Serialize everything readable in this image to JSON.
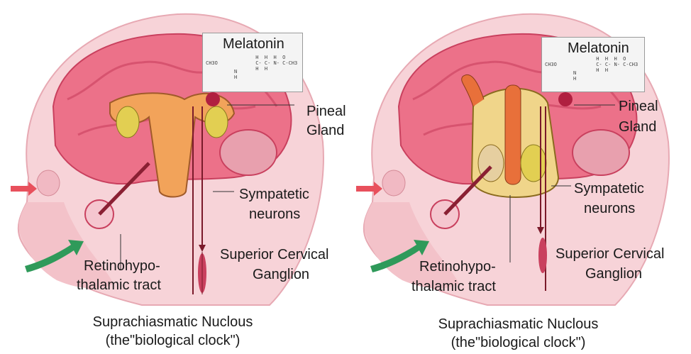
{
  "panels": [
    {
      "id": "female",
      "melatonin_title": "Melatonin",
      "formula_left": "CH3O",
      "formula_chain": " H  H  H  O\n C- C- N- C-CH3\n H  H",
      "formula_n": "N\nH",
      "pineal": [
        "Pineal",
        "Gland"
      ],
      "sympathetic": [
        "Sympatetic",
        "neurons"
      ],
      "ganglion": [
        "Superior Cervical",
        "Ganglion"
      ],
      "tract": [
        "Retinohypo-",
        "thalamic tract"
      ],
      "caption": [
        "Suprachiasmatic Nuclous",
        "(the\"biological clock\")"
      ]
    },
    {
      "id": "male",
      "melatonin_title": "Melatonin",
      "formula_left": "CH3O",
      "formula_chain": " H  H  H  O\n C- C- N- C-CH3\n H  H",
      "formula_n": "N\nH",
      "pineal": [
        "Pineal",
        "Gland"
      ],
      "sympathetic": [
        "Sympatetic",
        "neurons"
      ],
      "ganglion": [
        "Superior Cervical",
        "Ganglion"
      ],
      "tract": [
        "Retinohypo-",
        "thalamic tract"
      ],
      "caption": [
        "Suprachiasmatic Nuclous",
        "(the\"biological clock\")"
      ]
    }
  ],
  "colors": {
    "skin": "#f6cdd2",
    "brain": "#ea6f86",
    "brain_dark": "#c9405e",
    "arrow": "#2f9a5a",
    "organ": "#f2a35a"
  }
}
